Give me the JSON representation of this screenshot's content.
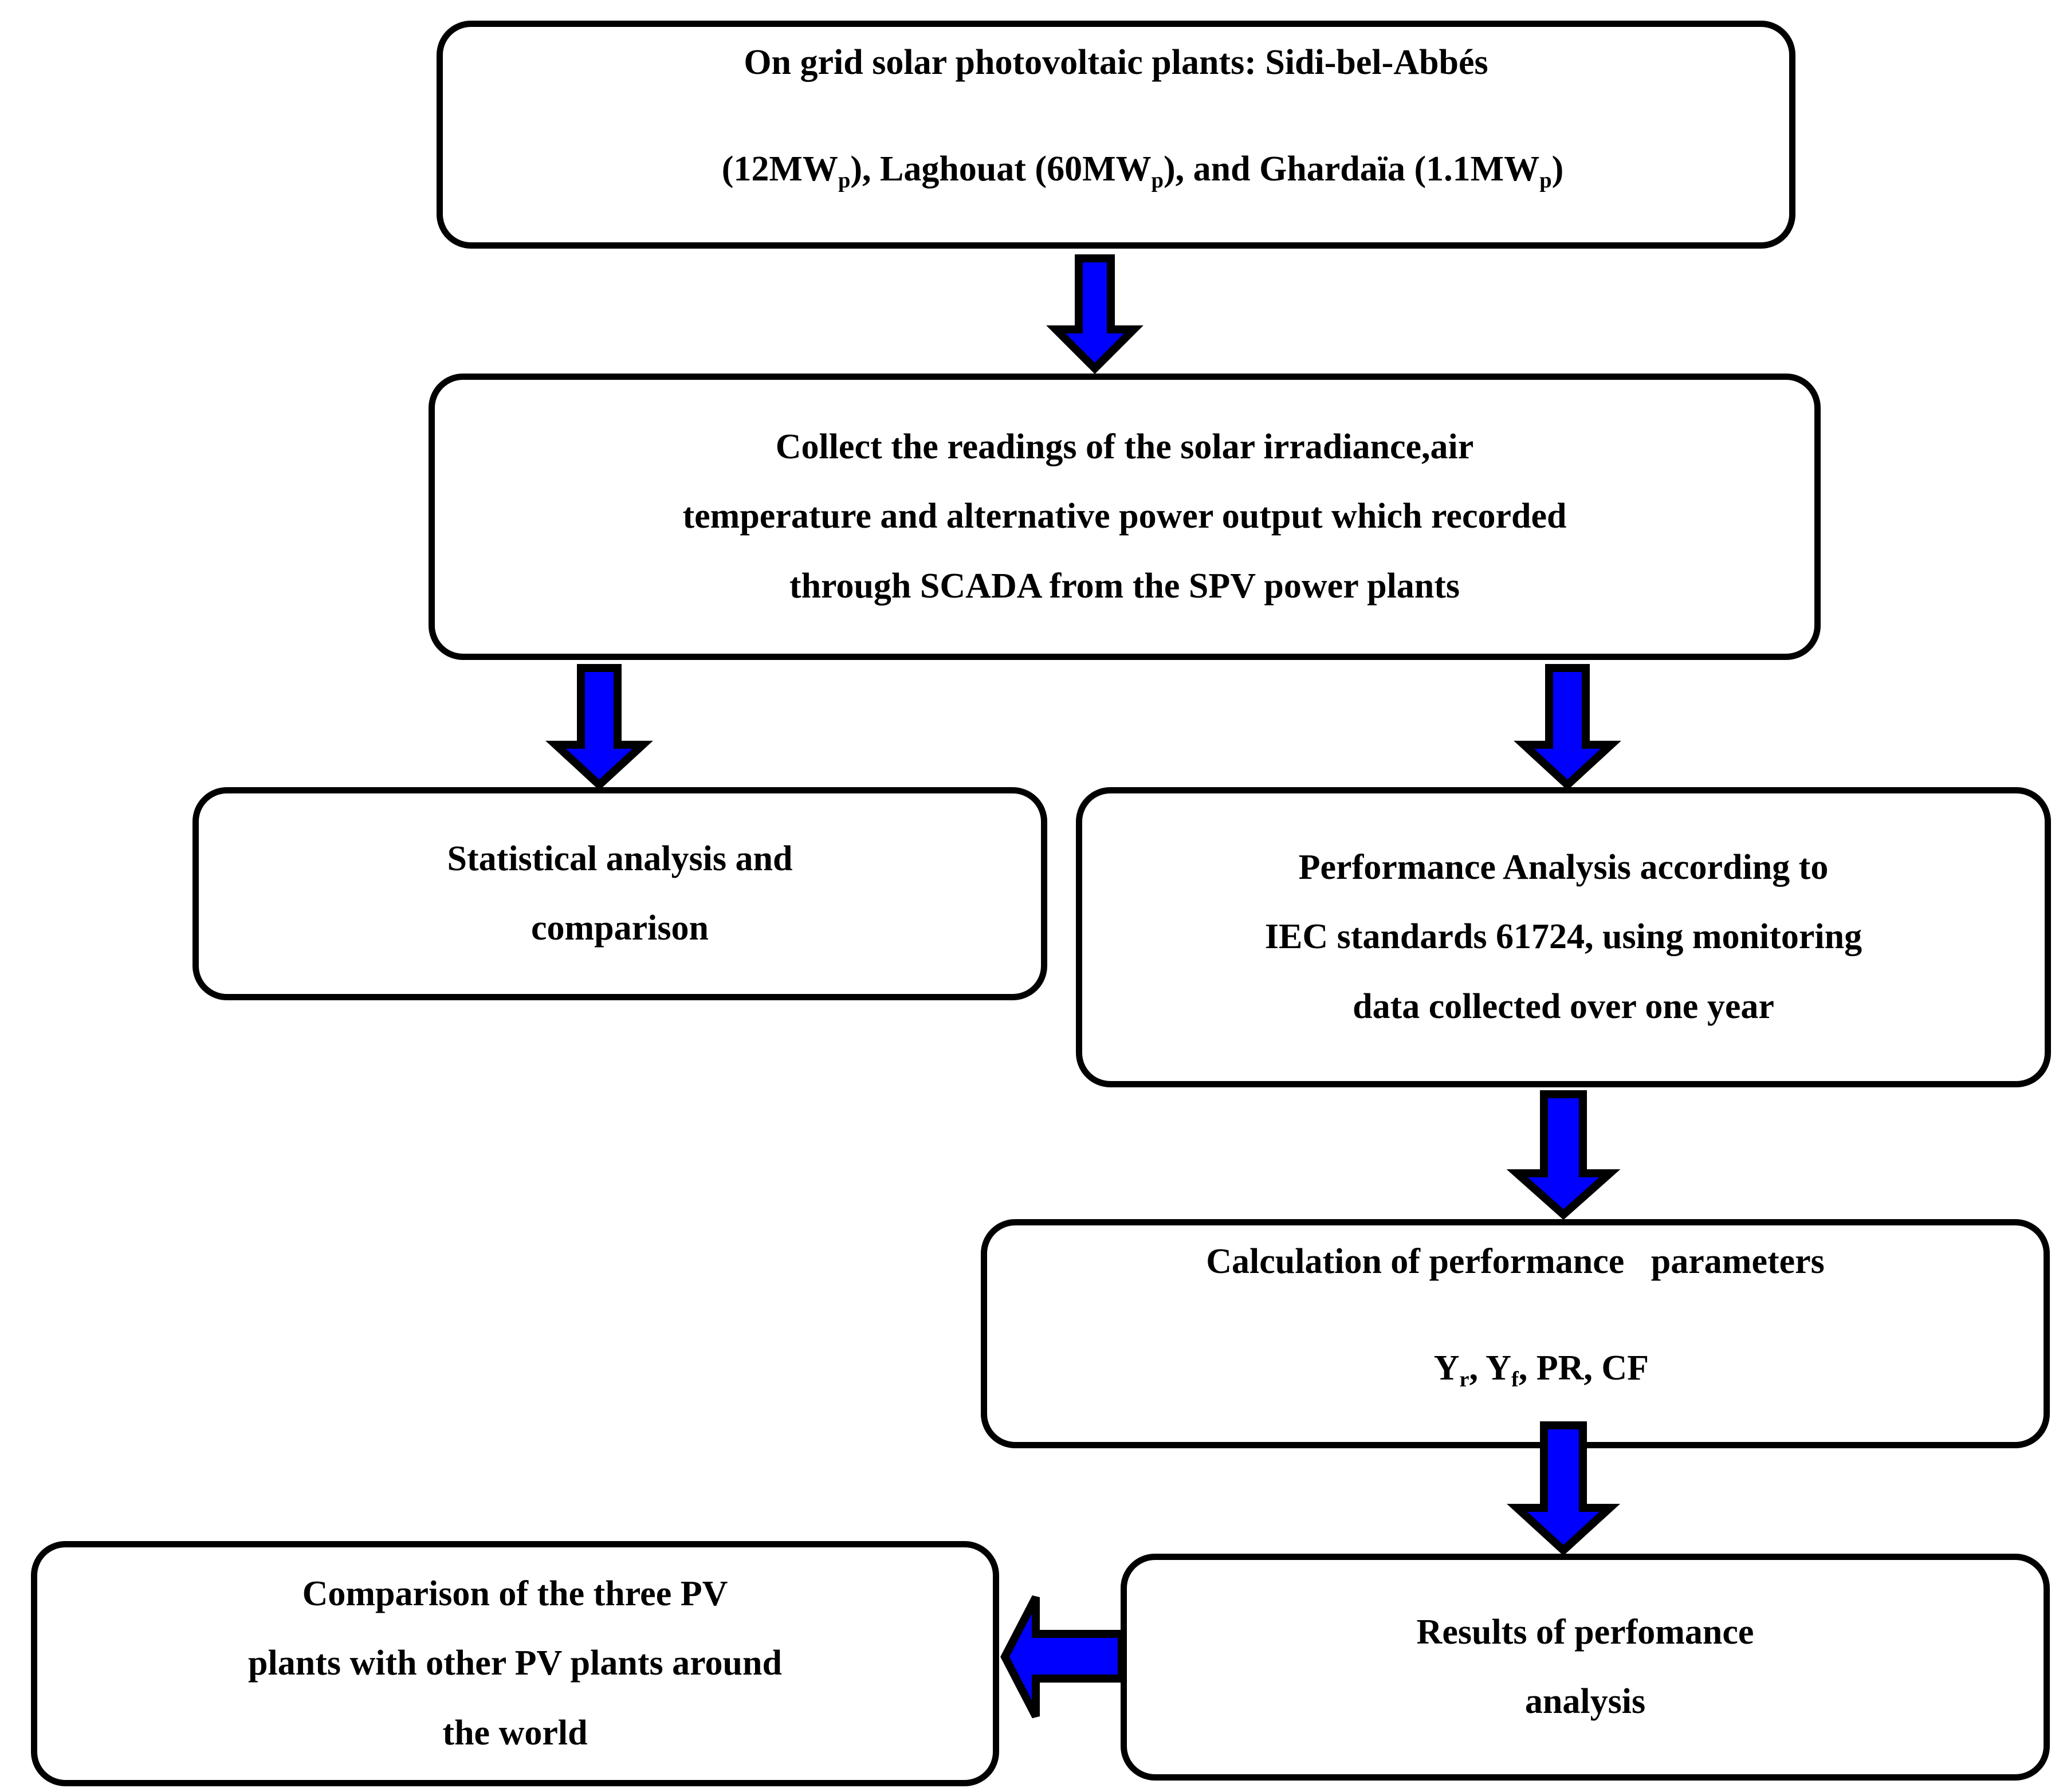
{
  "diagram": {
    "title": "Methodology flowchart for on-grid solar photovoltaic plant performance analysis",
    "arrow_color": "#0000FF",
    "arrow_outline_color": "#000000",
    "box_border_color": "#000000",
    "box_fill_color": "#FFFFFF",
    "text_color": "#000000"
  },
  "nodes": {
    "source": {
      "id": "source",
      "lines": [
        {
          "segments": [
            {
              "text": "On grid solar photovoltaic plants: Sidi-bel-Abbés",
              "sub": ""
            }
          ]
        },
        {
          "segments": [
            {
              "text": "(12MW",
              "sub": "p"
            },
            {
              "text": "), Laghouat (60MW",
              "sub": "p"
            },
            {
              "text": "), and Ghardaïa (1.1MW",
              "sub": "p"
            },
            {
              "text": ")",
              "sub": ""
            }
          ]
        }
      ],
      "plain": "On grid solar photovoltaic plants: Sidi-bel-Abbés (12MWp), Laghouat (60MWp), and Ghardaïa (1.1MWp)"
    },
    "collect": {
      "id": "collect",
      "lines": [
        {
          "segments": [
            {
              "text": "Collect the readings of the solar irradiance,air",
              "sub": ""
            }
          ]
        },
        {
          "segments": [
            {
              "text": "temperature and alternative power output which recorded",
              "sub": ""
            }
          ]
        },
        {
          "segments": [
            {
              "text": "through SCADA from the SPV power plants",
              "sub": ""
            }
          ]
        }
      ],
      "plain": "Collect the readings of the solar irradiance,air temperature and alternative power output which recorded through SCADA from the SPV power plants"
    },
    "statistical": {
      "id": "statistical",
      "lines": [
        {
          "segments": [
            {
              "text": "Statistical analysis and",
              "sub": ""
            }
          ]
        },
        {
          "segments": [
            {
              "text": "comparison",
              "sub": ""
            }
          ]
        }
      ],
      "plain": "Statistical analysis and comparison"
    },
    "performance": {
      "id": "performance",
      "lines": [
        {
          "segments": [
            {
              "text": "Performance Analysis according to",
              "sub": ""
            }
          ]
        },
        {
          "segments": [
            {
              "text": "IEC standards 61724, using monitoring",
              "sub": ""
            }
          ]
        },
        {
          "segments": [
            {
              "text": "data collected over one year",
              "sub": ""
            }
          ]
        }
      ],
      "plain": "Performance Analysis according to IEC standards 61724, using monitoring data collected over one year"
    },
    "calculation": {
      "id": "calculation",
      "lines": [
        {
          "segments": [
            {
              "text": "Calculation of performance   parameters",
              "sub": ""
            }
          ]
        },
        {
          "segments": [
            {
              "text": "Y",
              "sub": "r"
            },
            {
              "text": ", Y",
              "sub": "f"
            },
            {
              "text": ", PR, CF",
              "sub": ""
            }
          ]
        }
      ],
      "plain": "Calculation of performance   parameters Yr, Yf, PR, CF"
    },
    "results": {
      "id": "results",
      "lines": [
        {
          "segments": [
            {
              "text": "Results of perfomance",
              "sub": ""
            }
          ]
        },
        {
          "segments": [
            {
              "text": "analysis",
              "sub": ""
            }
          ]
        }
      ],
      "plain": "Results of perfomance analysis"
    },
    "comparison": {
      "id": "comparison",
      "lines": [
        {
          "segments": [
            {
              "text": "Comparison of the three PV",
              "sub": ""
            }
          ]
        },
        {
          "segments": [
            {
              "text": "plants with other PV plants around",
              "sub": ""
            }
          ]
        },
        {
          "segments": [
            {
              "text": "the world",
              "sub": ""
            }
          ]
        }
      ],
      "plain": "Comparison of the three PV plants with other PV plants around the world"
    }
  },
  "connectors": [
    {
      "id": "source-to-collect",
      "direction": "down",
      "from": "source",
      "to": "collect"
    },
    {
      "id": "collect-to-statistical",
      "direction": "down",
      "from": "collect",
      "to": "statistical"
    },
    {
      "id": "collect-to-performance",
      "direction": "down",
      "from": "collect",
      "to": "performance"
    },
    {
      "id": "performance-to-calculation",
      "direction": "down",
      "from": "performance",
      "to": "calculation"
    },
    {
      "id": "calculation-to-results",
      "direction": "down",
      "from": "calculation",
      "to": "results"
    },
    {
      "id": "results-to-comparison",
      "direction": "left",
      "from": "results",
      "to": "comparison"
    }
  ]
}
